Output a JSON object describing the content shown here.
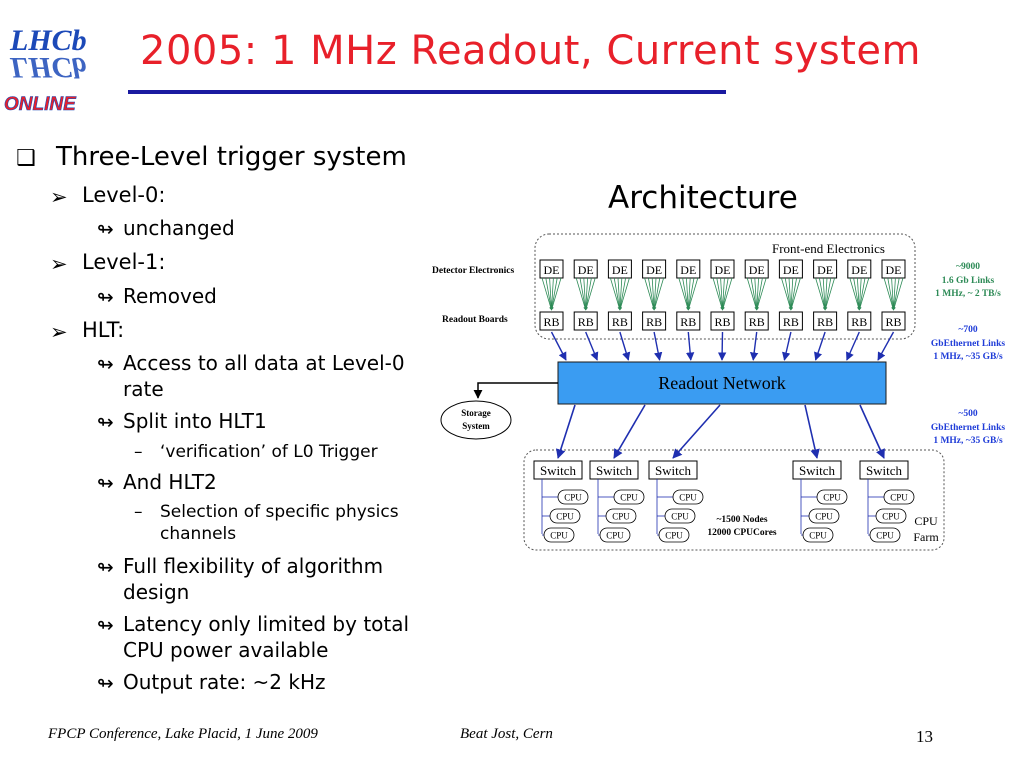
{
  "slide": {
    "title": "2005: 1 MHz Readout, Current system",
    "logo": {
      "top_text": "LHCb",
      "mirror_text": "LHCb",
      "bottom_text": "ONLINE"
    },
    "bullets": {
      "b1": "Three-Level trigger system",
      "b1_1": "Level-0:",
      "b1_1_1": "unchanged",
      "b1_2": "Level-1:",
      "b1_2_1": "Removed",
      "b1_3": "HLT:",
      "b1_3_1a": "Access to all data at Level-0",
      "b1_3_1b": "rate",
      "b1_3_2": "Split into HLT1",
      "b1_3_2_1": "‘verification’ of L0 Trigger",
      "b1_3_3": "And HLT2",
      "b1_3_3_1a": "Selection of specific physics",
      "b1_3_3_1b": "channels",
      "b1_3_4a": "Full flexibility of algorithm",
      "b1_3_4b": "design",
      "b1_3_5a": "Latency only limited by total",
      "b1_3_5b": "CPU power available",
      "b1_3_6": "Output rate: ~2 kHz"
    },
    "markers": {
      "l1": "❑",
      "l2": "➢",
      "l3": "↬",
      "l4": "–"
    }
  },
  "diagram": {
    "heading": "Architecture",
    "frontend_label": "Front-end Electronics",
    "detector_label": "Detector Electronics",
    "readout_boards_label": "Readout Boards",
    "de": [
      "DE",
      "DE",
      "DE",
      "DE",
      "DE",
      "DE",
      "DE",
      "DE",
      "DE",
      "DE",
      "DE"
    ],
    "rb": [
      "RB",
      "RB",
      "RB",
      "RB",
      "RB",
      "RB",
      "RB",
      "RB",
      "RB",
      "RB",
      "RB"
    ],
    "network_label": "Readout Network",
    "storage_l1": "Storage",
    "storage_l2": "System",
    "links1": [
      "~9000",
      "1.6 Gb Links",
      "1 MHz, ~ 2 TB/s"
    ],
    "links2": [
      "~700",
      "GbEthernet Links",
      "1 MHz, ~35 GB/s"
    ],
    "links3": [
      "~500",
      "GbEthernet Links",
      "1 MHz, ~35 GB/s"
    ],
    "switch_label": "Switch",
    "cpu_label": "CPU",
    "farm_l1": "~1500 Nodes",
    "farm_l2": "12000 CPUCores",
    "cpu_farm_l1": "CPU",
    "cpu_farm_l2": "Farm",
    "colors": {
      "network": "#3a9cf2",
      "green_links": "#2e8b57",
      "blue_text": "#1f3cd8",
      "arrow": "#1f2fb0"
    }
  },
  "footer": {
    "left": "FPCP Conference, Lake Placid, 1 June 2009",
    "center": "Beat Jost, Cern",
    "page": "13"
  }
}
